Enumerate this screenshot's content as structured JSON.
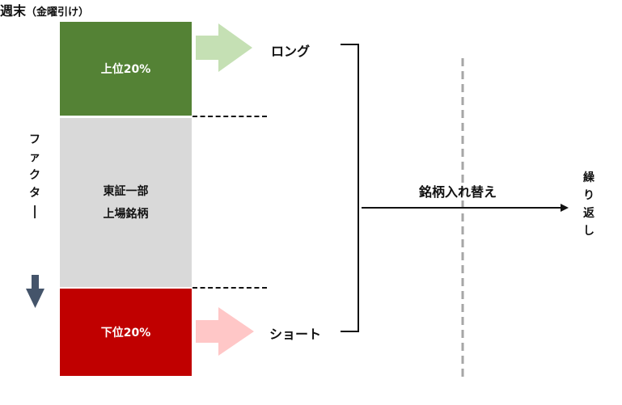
{
  "blocks": {
    "top": "上位20%",
    "middle_line1": "東証一部",
    "middle_line2": "上場銘柄",
    "bottom": "下位20%"
  },
  "factor_label": "ファクター",
  "long_label": "ロング",
  "short_label": "ショート",
  "weekend_label": "週末",
  "weekend_note": "（金曜引け）",
  "rebalance_label": "銘柄入れ替え",
  "repeat_label": "繰り返し",
  "colors": {
    "top_block": "#548235",
    "middle_block": "#d9d9d9",
    "bottom_block": "#c00000",
    "long_arrow": "#c5e0b4",
    "short_arrow": "#ffc7c7",
    "factor_arrow": "#44546a",
    "weekend_line": "#a6a6a6"
  }
}
